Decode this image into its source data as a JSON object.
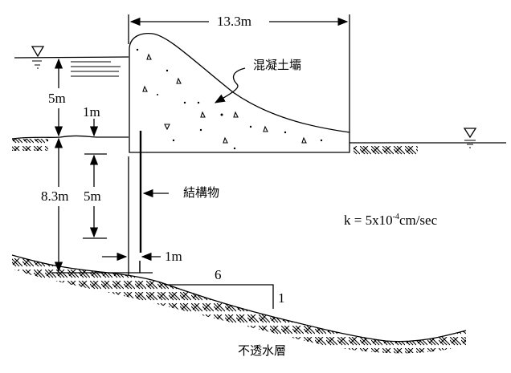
{
  "labels": {
    "dam_width": "13.3m",
    "dam_name": "混凝土壩",
    "head_depth": "5m",
    "top_1m": "1m",
    "pile_depth": "5m",
    "layer_depth": "8.3m",
    "structure": "結構物",
    "bottom_1m": "1m",
    "slope_run": "6",
    "slope_rise": "1",
    "k_prefix": "k = 5x10",
    "k_exp": "-4",
    "k_unit": "cm/sec",
    "impervious": "不透水層"
  }
}
